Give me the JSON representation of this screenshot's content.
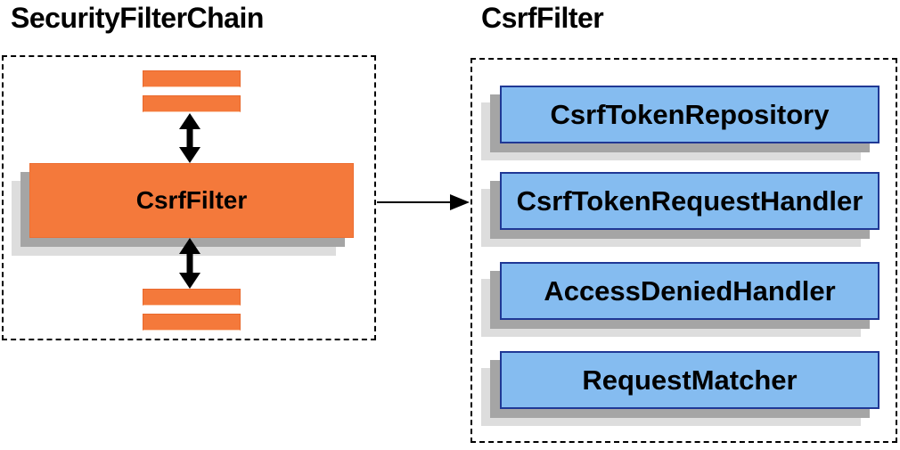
{
  "left_panel": {
    "title": "SecurityFilterChain",
    "filter_label": "CsrfFilter"
  },
  "right_panel": {
    "title": "CsrfFilter",
    "components": [
      "CsrfTokenRepository",
      "CsrfTokenRequestHandler",
      "AccessDeniedHandler",
      "RequestMatcher"
    ]
  },
  "colors": {
    "filter_fill": "#F4793B",
    "component_fill": "#85BCF0",
    "component_border": "#203895",
    "shadow_dark": "#A5A5A5",
    "shadow_light": "#DDDDDD",
    "arrow": "#000000",
    "dashed_border": "#000000"
  }
}
